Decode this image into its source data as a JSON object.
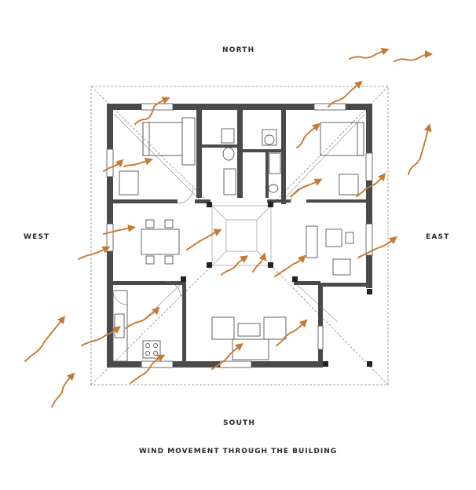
{
  "compass": {
    "north": "NORTH",
    "south": "SOUTH",
    "west": "WEST",
    "east": "EAST"
  },
  "caption": "WIND MOVEMENT THROUGH THE BUILDING",
  "colors": {
    "wall": "#4a4a4a",
    "arrow": "#c87a33",
    "roof": "#8a8a8a",
    "furniture": "#555555"
  }
}
